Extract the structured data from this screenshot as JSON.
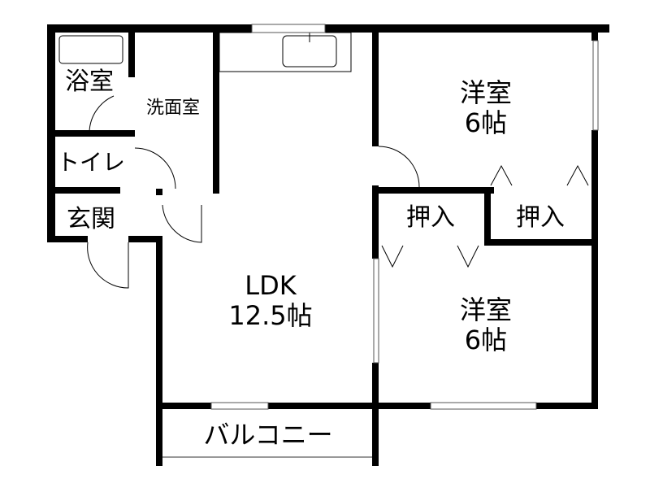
{
  "floorplan": {
    "rooms": [
      {
        "id": "bathroom",
        "name": "浴室",
        "size": ""
      },
      {
        "id": "washroom",
        "name": "洗面室",
        "size": ""
      },
      {
        "id": "toilet",
        "name": "トイレ",
        "size": ""
      },
      {
        "id": "entrance",
        "name": "玄関",
        "size": ""
      },
      {
        "id": "ldk",
        "name": "LDK",
        "size": "12.5帖"
      },
      {
        "id": "western-room-1",
        "name": "洋室",
        "size": "6帖"
      },
      {
        "id": "western-room-2",
        "name": "洋室",
        "size": "6帖"
      },
      {
        "id": "closet-1",
        "name": "押入",
        "size": ""
      },
      {
        "id": "closet-2",
        "name": "押入",
        "size": ""
      },
      {
        "id": "balcony",
        "name": "バルコニー",
        "size": ""
      }
    ],
    "colors": {
      "wall": "#000000",
      "window": "#888888",
      "background": "#ffffff"
    }
  }
}
